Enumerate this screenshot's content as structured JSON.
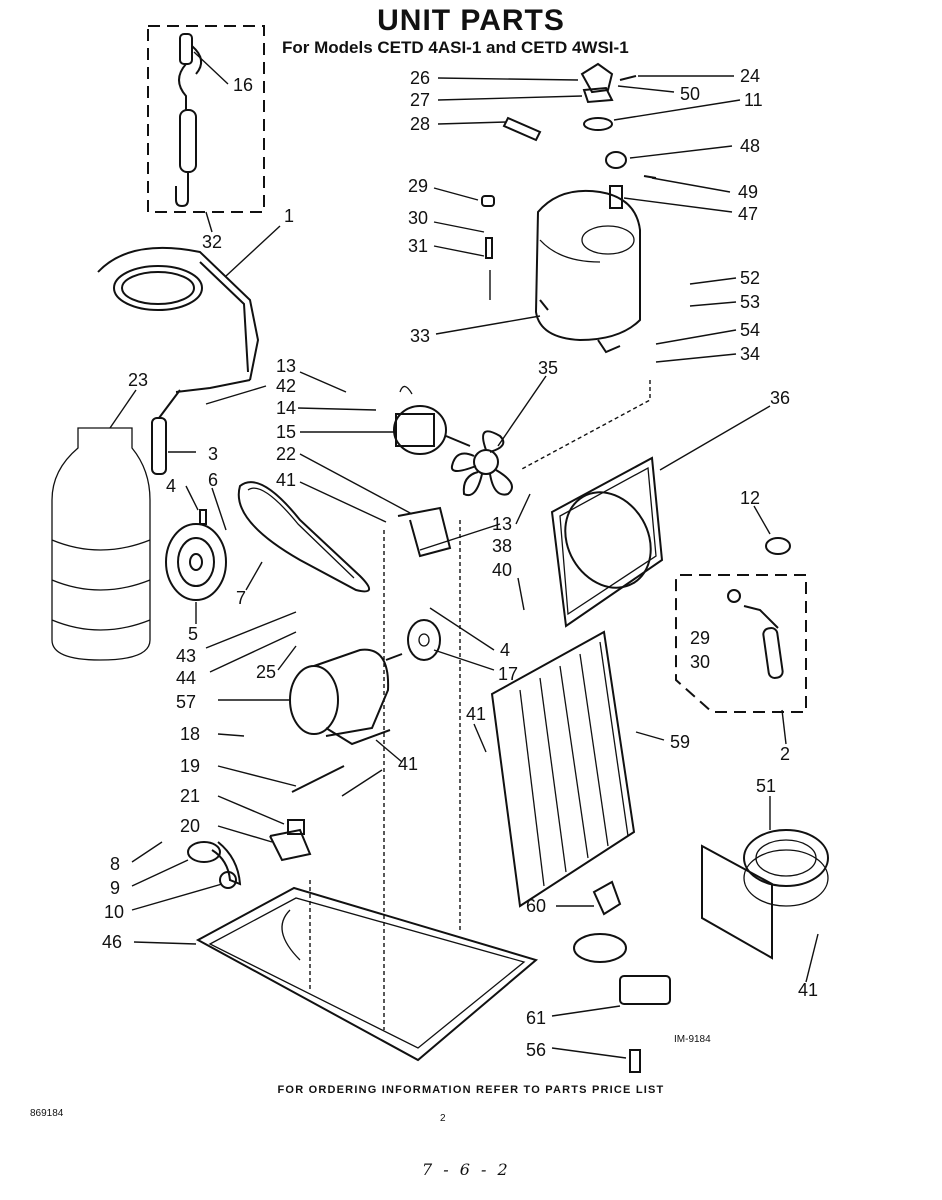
{
  "title": "UNIT PARTS",
  "subtitle": "For Models CETD 4ASI-1 and CETD 4WSI-1",
  "footer": "FOR ORDERING INFORMATION REFER TO PARTS PRICE LIST",
  "doc_number": "869184",
  "page_number": "2",
  "sheet_mark": "7 - 6 - 2",
  "illustration_ref": "IM-9184",
  "callouts": [
    "16",
    "32",
    "1",
    "26",
    "27",
    "28",
    "24",
    "50",
    "11",
    "48",
    "49",
    "47",
    "29",
    "30",
    "31",
    "52",
    "53",
    "54",
    "34",
    "33",
    "13",
    "42",
    "14",
    "15",
    "22",
    "41",
    "23",
    "3",
    "4",
    "6",
    "35",
    "36",
    "12",
    "38",
    "40",
    "7",
    "5",
    "43",
    "44",
    "25",
    "17",
    "57",
    "18",
    "19",
    "21",
    "20",
    "8",
    "9",
    "10",
    "46",
    "60",
    "61",
    "59",
    "56",
    "2",
    "51"
  ]
}
